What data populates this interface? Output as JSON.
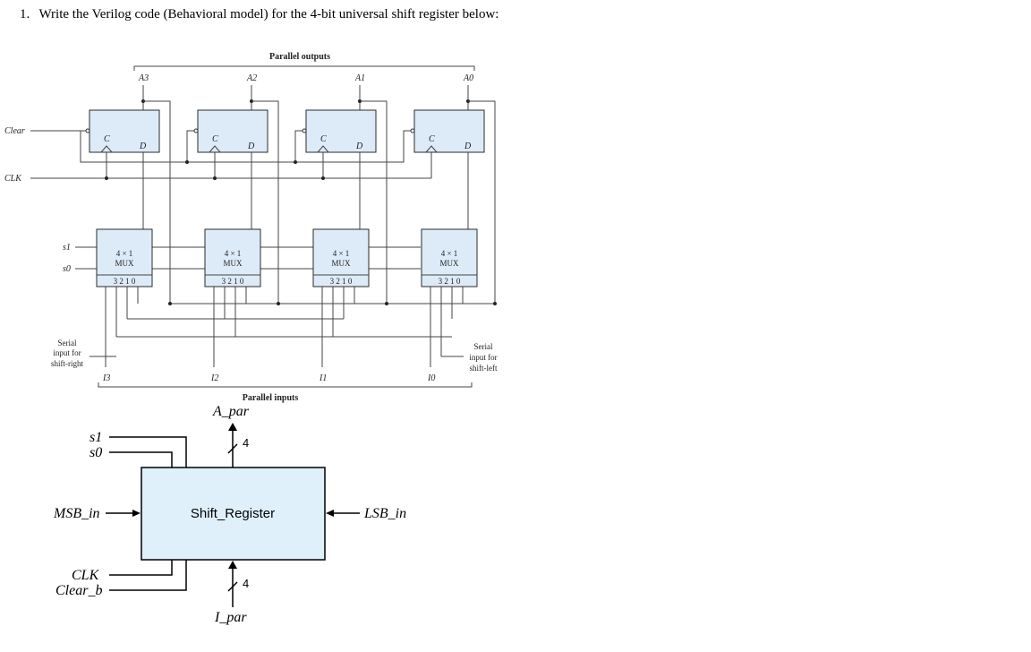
{
  "question": {
    "number": "1.",
    "text": "Write the Verilog code (Behavioral model) for the 4-bit universal shift register below:"
  },
  "schematic": {
    "parallel_outputs": "Parallel outputs",
    "parallel_inputs": "Parallel inputs",
    "clear": "Clear",
    "clk": "CLK",
    "s1": "s1",
    "s0": "s0",
    "ff_c": "C",
    "ff_d": "D",
    "mux_line1": "4 × 1",
    "mux_line2": "MUX",
    "mux_inputs": "3 2 1 0",
    "outputs": [
      "A3",
      "A2",
      "A1",
      "A0"
    ],
    "inputs": [
      "I3",
      "I2",
      "I1",
      "I0"
    ],
    "serial_right": [
      "Serial",
      "input for",
      "shift-right"
    ],
    "serial_left": [
      "Serial",
      "input for",
      "shift-left"
    ]
  },
  "block": {
    "title": "Shift_Register",
    "a_par": "A_par",
    "i_par": "I_par",
    "bus_width_top": "4",
    "bus_width_bottom": "4",
    "s1": "s1",
    "s0": "s0",
    "msb_in": "MSB_in",
    "lsb_in": "LSB_in",
    "clk": "CLK",
    "clear_b": "Clear_b"
  }
}
